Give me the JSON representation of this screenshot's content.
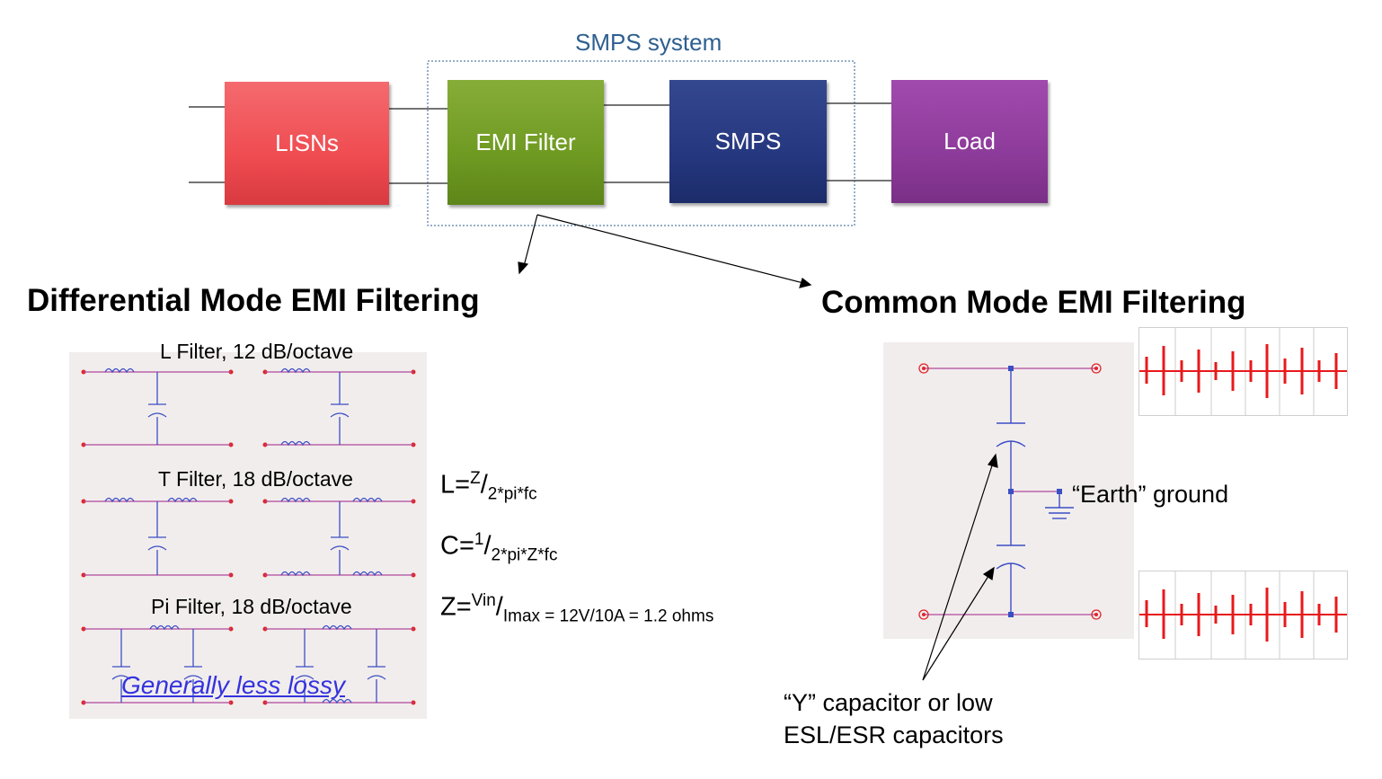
{
  "system": {
    "label": "SMPS system",
    "blocks": {
      "lisns": "LISNs",
      "emi_filter": "EMI Filter",
      "smps": "SMPS",
      "load": "Load"
    }
  },
  "differential": {
    "heading": "Differential Mode EMI Filtering",
    "filters": {
      "l": "L Filter, 12 dB/octave",
      "t": "T Filter, 18 dB/octave",
      "pi": "Pi Filter, 18 dB/octave"
    },
    "note": "Generally less lossy",
    "formulas": {
      "l_prefix": "L=",
      "l_num": "Z",
      "l_den": "2*pi*fc",
      "c_prefix": "C=",
      "c_num": "1",
      "c_den": "2*pi*Z*fc",
      "z_prefix": "Z=",
      "z_num": "Vin",
      "z_den": "Imax = 12V/10A = 1.2 ohms"
    }
  },
  "common": {
    "heading": "Common Mode EMI Filtering",
    "earth_label": "“Earth” ground",
    "y_cap_line1": "“Y” capacitor or low",
    "y_cap_line2": "ESL/ESR capacitors"
  },
  "colors": {
    "lisns": "#ef4c51",
    "emi_filter": "#6f9a22",
    "smps": "#25377f",
    "load": "#8d3b9a",
    "system_label": "#2e5f8f",
    "schematic_wire": "#3b4fc4",
    "schematic_rail": "#b04a9b",
    "trace": "#e8191b",
    "note": "#3333dd"
  }
}
